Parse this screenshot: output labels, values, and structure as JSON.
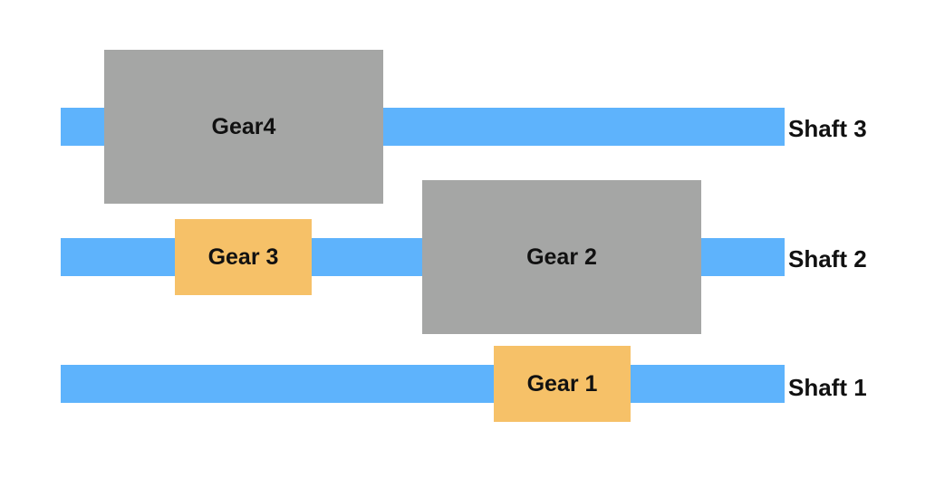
{
  "colors": {
    "shaft": "#5eb3fc",
    "large_gear": "#a5a6a5",
    "small_gear": "#f6c168",
    "text": "#111111"
  },
  "shafts": [
    {
      "label": "Shaft 3"
    },
    {
      "label": "Shaft 2"
    },
    {
      "label": "Shaft 1"
    }
  ],
  "gears": {
    "gear4": {
      "label": "Gear4"
    },
    "gear3": {
      "label": "Gear 3"
    },
    "gear2": {
      "label": "Gear 2"
    },
    "gear1": {
      "label": "Gear 1"
    }
  }
}
